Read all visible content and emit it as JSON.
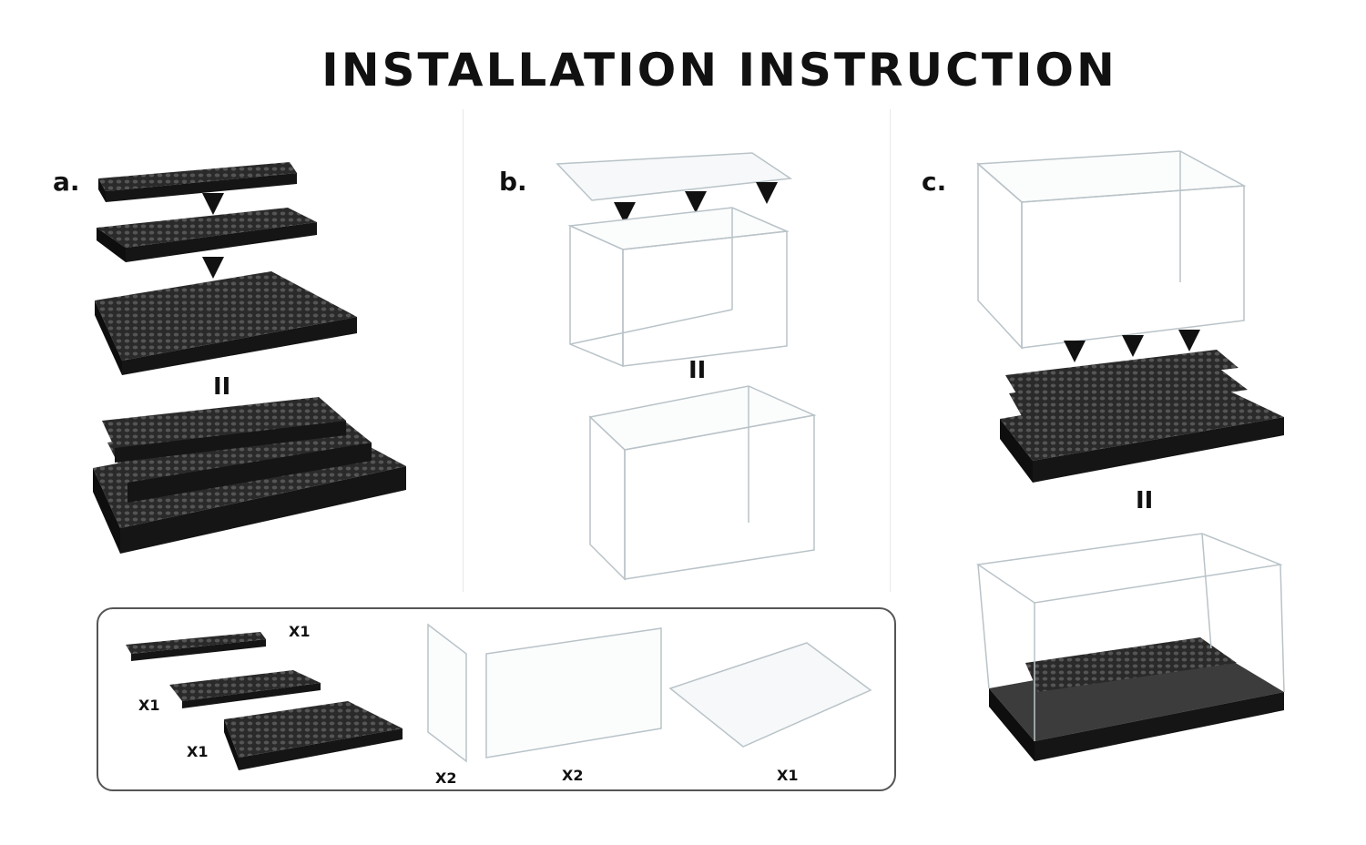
{
  "title": "INSTALLATION INSTRUCTION",
  "steps": [
    {
      "label": "a."
    },
    {
      "label": "b."
    },
    {
      "label": "c."
    }
  ],
  "equals_symbol": "II",
  "parts": {
    "baseplate_small_qty": "X1",
    "baseplate_medium_qty": "X1",
    "baseplate_large_qty": "X1",
    "side_panel_qty": "X2",
    "front_panel_qty": "X2",
    "top_panel_qty": "X1"
  },
  "colors": {
    "baseplate": "#1f1f1f",
    "acrylic_edge": "#b9c3c8",
    "arrow": "#111111",
    "box_border": "#555555"
  }
}
